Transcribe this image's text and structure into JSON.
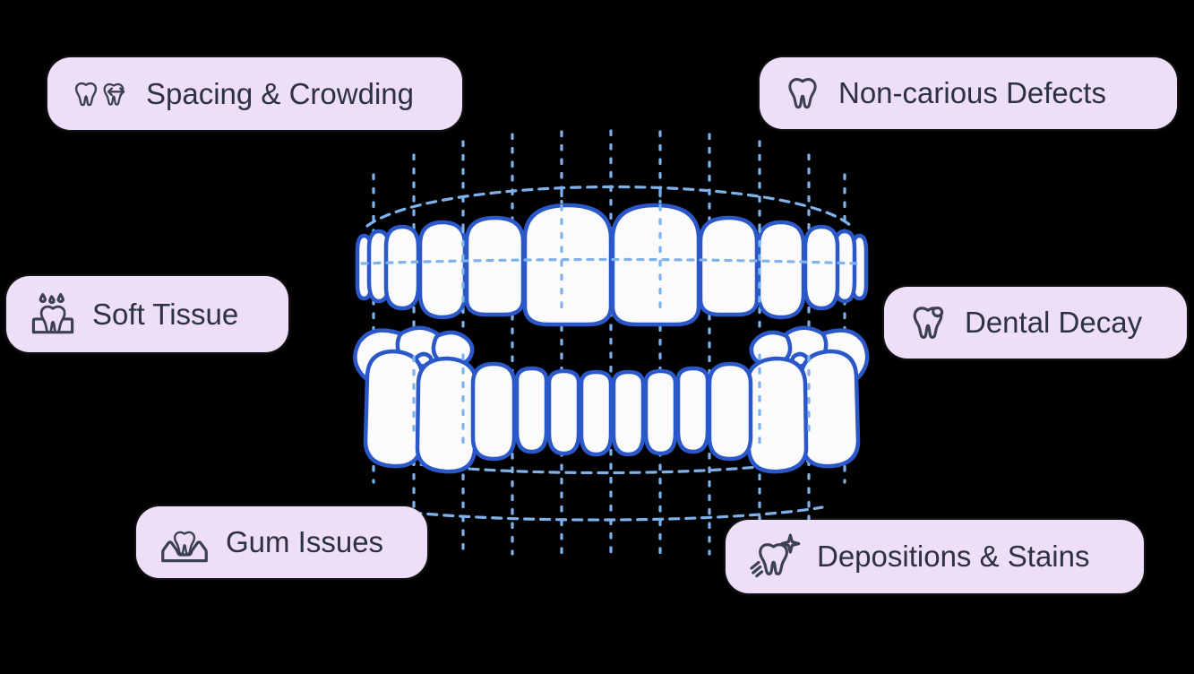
{
  "colors": {
    "background": "#000000",
    "pill_bg": "#eedef9",
    "pill_text": "#2c3144",
    "icon_stroke": "#3c4150",
    "tooth_outline": "#2b58c8",
    "tooth_fill": "#fbfbfc",
    "grid_line": "#7fb2ea"
  },
  "labels": {
    "spacing_crowding": "Spacing & Crowding",
    "non_carious": "Non-carious Defects",
    "soft_tissue": "Soft Tissue",
    "dental_decay": "Dental Decay",
    "gum_issues": "Gum Issues",
    "depositions_stains": "Depositions & Stains"
  }
}
